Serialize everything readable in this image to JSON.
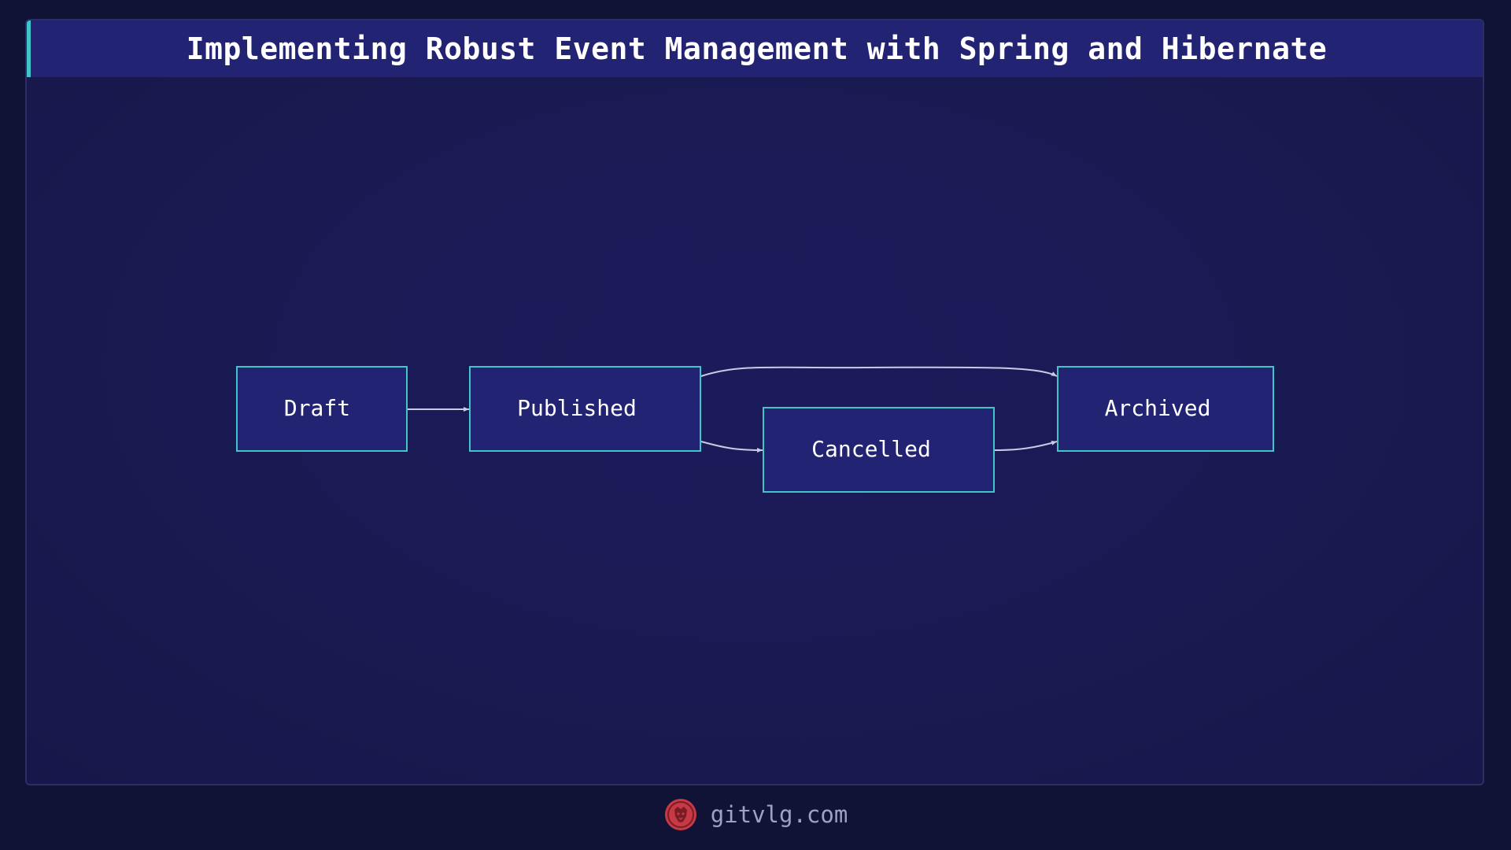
{
  "title": "Implementing Robust Event Management with Spring and Hibernate",
  "diagram": {
    "nodes": [
      {
        "id": "draft",
        "label": "Draft"
      },
      {
        "id": "published",
        "label": "Published"
      },
      {
        "id": "cancelled",
        "label": "Cancelled"
      },
      {
        "id": "archived",
        "label": "Archived"
      }
    ],
    "edges": [
      {
        "from": "draft",
        "to": "published"
      },
      {
        "from": "published",
        "to": "archived"
      },
      {
        "from": "published",
        "to": "cancelled"
      },
      {
        "from": "cancelled",
        "to": "archived"
      }
    ]
  },
  "footer": {
    "site": "gitvlg.com",
    "logo_icon": "lion-head-icon"
  },
  "colors": {
    "background": "#111336",
    "panel": "#1a1a52",
    "title_bar": "#232373",
    "accent": "#3fc6c9",
    "node_fill": "#232373",
    "node_border": "#3fc6c9",
    "edge": "#c9cbe4",
    "logo": "#c73a45"
  }
}
